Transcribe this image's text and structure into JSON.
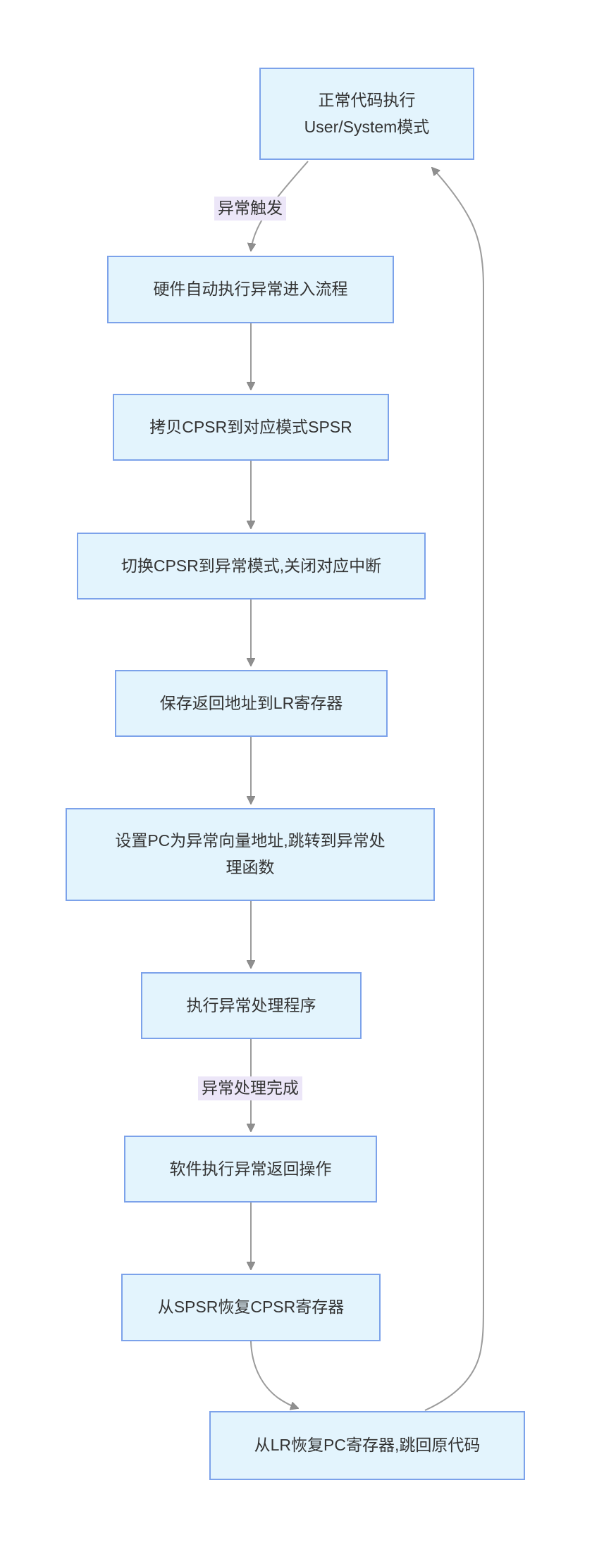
{
  "diagram": {
    "type": "flowchart",
    "direction": "top-down",
    "nodes": {
      "normal_exec": {
        "label": "正常代码执行\nUser/System模式"
      },
      "hw_entry": {
        "label": "硬件自动执行异常进入流程"
      },
      "copy_cpsr": {
        "label": "拷贝CPSR到对应模式SPSR"
      },
      "switch_mode": {
        "label": "切换CPSR到异常模式,关闭对应中断"
      },
      "save_lr": {
        "label": "保存返回地址到LR寄存器"
      },
      "set_pc": {
        "label": "设置PC为异常向量地址,跳转到异常处\n理函数"
      },
      "exec_handler": {
        "label": "执行异常处理程序"
      },
      "sw_return": {
        "label": "软件执行异常返回操作"
      },
      "restore_cpsr": {
        "label": "从SPSR恢复CPSR寄存器"
      },
      "restore_pc": {
        "label": "从LR恢复PC寄存器,跳回原代码"
      }
    },
    "edges": [
      {
        "from": "normal_exec",
        "to": "hw_entry",
        "label": "异常触发"
      },
      {
        "from": "hw_entry",
        "to": "copy_cpsr",
        "label": ""
      },
      {
        "from": "copy_cpsr",
        "to": "switch_mode",
        "label": ""
      },
      {
        "from": "switch_mode",
        "to": "save_lr",
        "label": ""
      },
      {
        "from": "save_lr",
        "to": "set_pc",
        "label": ""
      },
      {
        "from": "set_pc",
        "to": "exec_handler",
        "label": ""
      },
      {
        "from": "exec_handler",
        "to": "sw_return",
        "label": "异常处理完成"
      },
      {
        "from": "sw_return",
        "to": "restore_cpsr",
        "label": ""
      },
      {
        "from": "restore_cpsr",
        "to": "restore_pc",
        "label": ""
      },
      {
        "from": "restore_pc",
        "to": "normal_exec",
        "label": ""
      }
    ]
  },
  "colors": {
    "background": "#ffffff",
    "node_fill": "#e3f4fd",
    "node_border": "#7ca2ea",
    "edge_line": "#9b9b9b",
    "arrow_fill": "#8f8f8f",
    "edge_label_bg": "#ece6f8",
    "text": "#333333"
  }
}
